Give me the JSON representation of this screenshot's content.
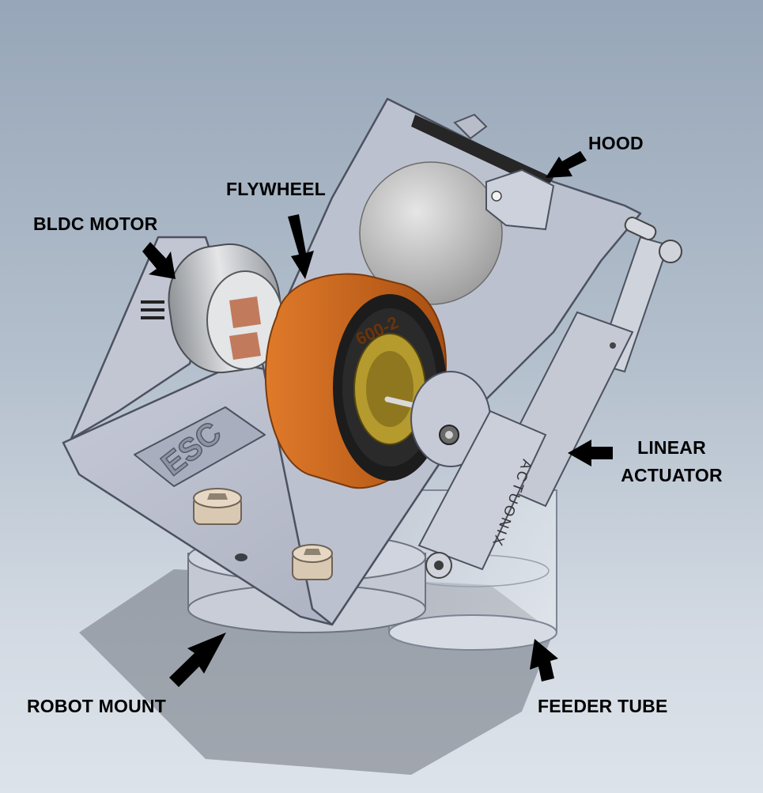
{
  "labels": {
    "bldc_motor": "BLDC MOTOR",
    "flywheel": "FLYWHEEL",
    "hood": "HOOD",
    "linear_actuator_line1": "LINEAR",
    "linear_actuator_line2": "ACTUATOR",
    "robot_mount": "ROBOT MOUNT",
    "feeder_tube": "FEEDER TUBE"
  },
  "part_markings": {
    "esc": "ESC",
    "flywheel_text": "600-2",
    "actuator_brand": "ACTUONIX"
  },
  "colors": {
    "background_top": "#97a6b8",
    "background_bottom": "#dde3ea",
    "plate": "#b7bccb",
    "flywheel_orange": "#c9681f",
    "hub_gold": "#b59a2e",
    "ball": "#d4d4d4",
    "arrow": "#000000"
  }
}
